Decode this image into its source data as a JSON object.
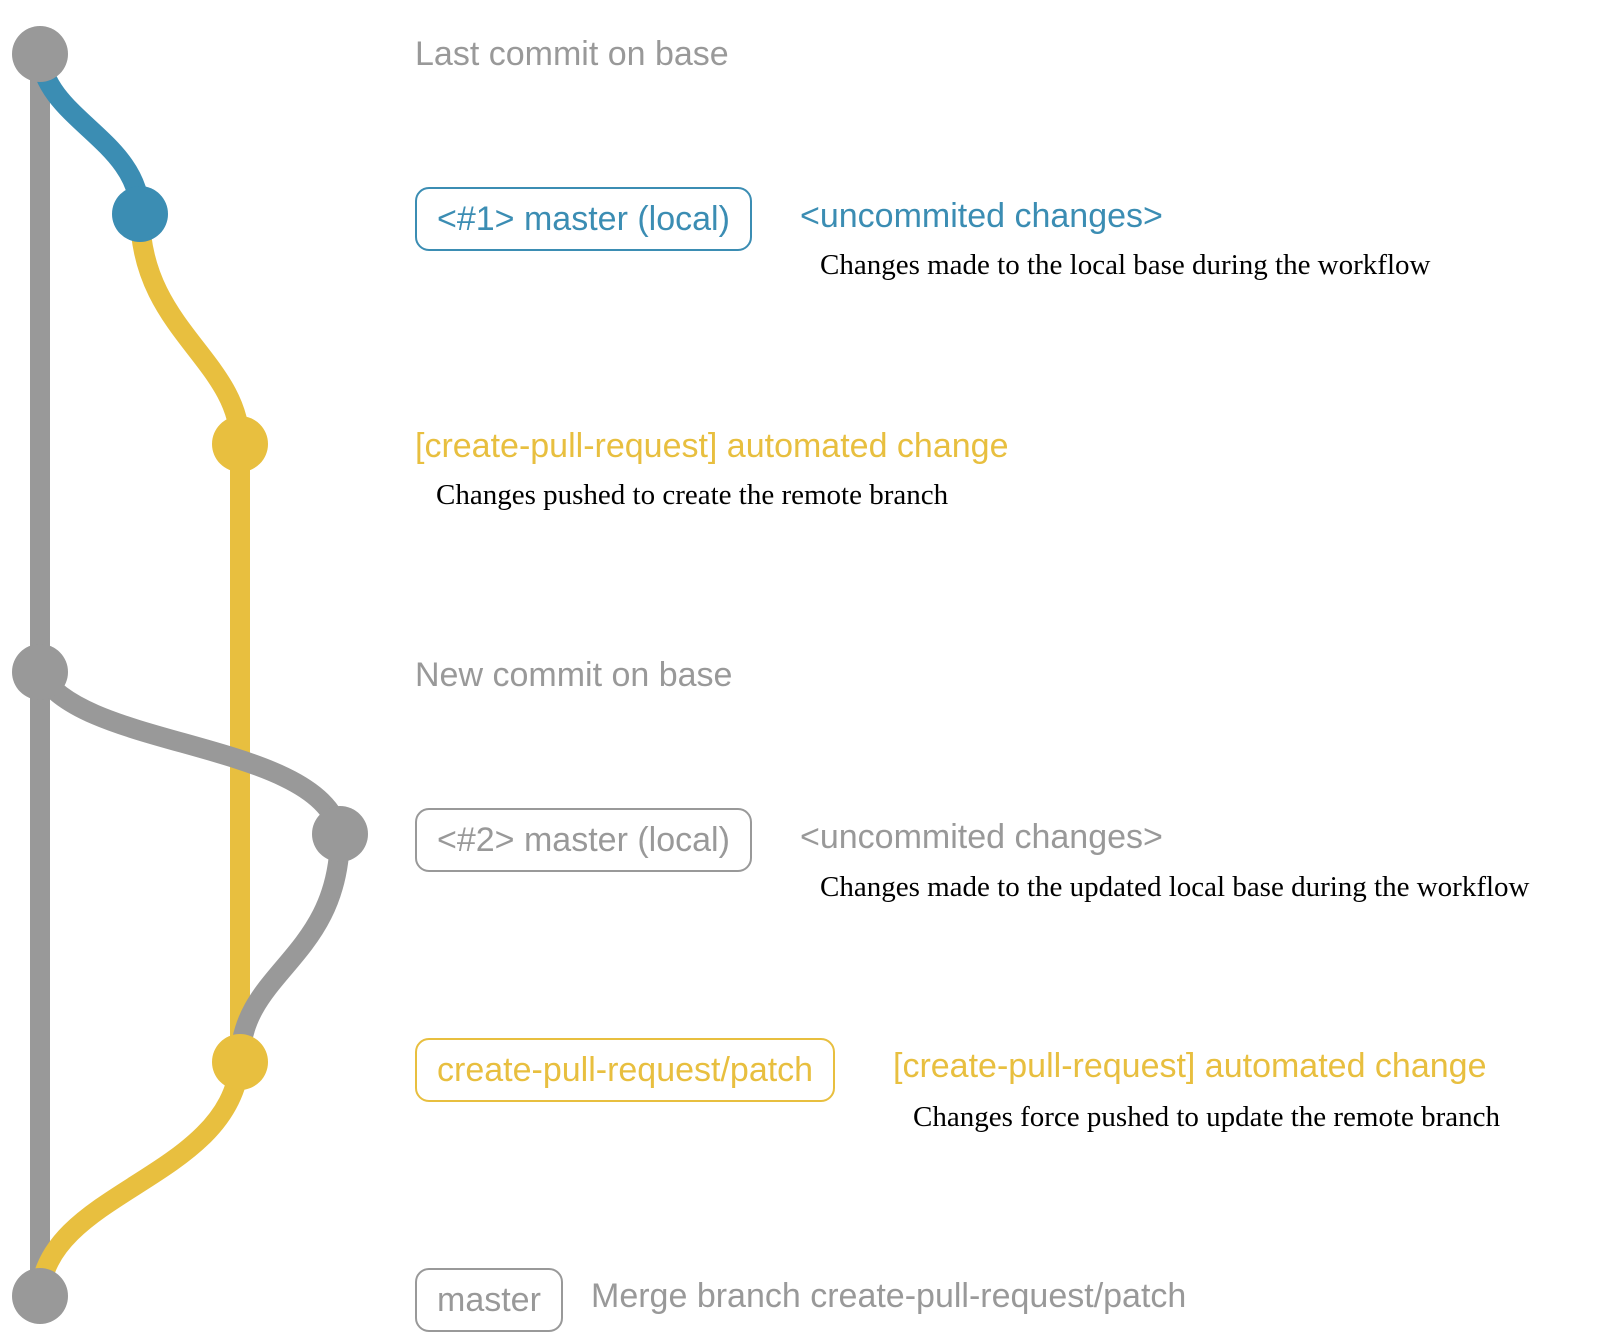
{
  "colors": {
    "base": "#999999",
    "local": "#3b8db3",
    "pr": "#e8bf3f",
    "text": "#000000"
  },
  "commits": {
    "last_base": {
      "title": "Last commit on base"
    },
    "local1": {
      "tag": "<#1> master (local)",
      "title": "<uncommited changes>",
      "description": "Changes made to the local base during the workflow"
    },
    "pr1": {
      "title": "[create-pull-request] automated change",
      "description": "Changes pushed to create the remote branch"
    },
    "new_base": {
      "title": "New commit on base"
    },
    "local2": {
      "tag": "<#2> master (local)",
      "title": "<uncommited changes>",
      "description": "Changes made to the updated local base during the workflow"
    },
    "pr2": {
      "tag": "create-pull-request/patch",
      "title": "[create-pull-request] automated change",
      "description": "Changes force pushed to update the remote branch"
    },
    "merge": {
      "tag": "master",
      "title": "Merge branch create-pull-request/patch"
    }
  }
}
